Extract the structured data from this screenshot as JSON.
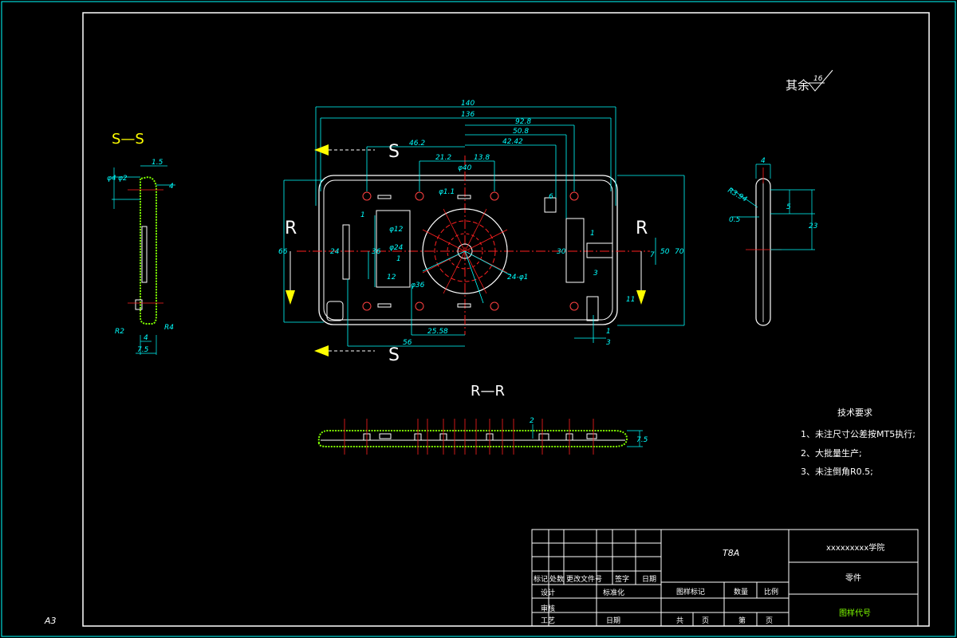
{
  "labels": {
    "section_ss": "S—S",
    "section_rr": "R—R",
    "cut_r": "R",
    "cut_s": "S",
    "roughness_prefix": "其余",
    "roughness_value": "16",
    "sheet_size": "A3"
  },
  "dims": {
    "d140": "140",
    "d136": "136",
    "d92_8": "92.8",
    "d50_8": "50.8",
    "d42_42": "42.42",
    "d46_2": "46.2",
    "d21_2": "21.2",
    "d13_8": "13.8",
    "d6": "6",
    "d66": "66",
    "d36": "36",
    "d24": "24",
    "d12": "12",
    "d1": "1",
    "d70": "70",
    "d50": "50",
    "d30": "30",
    "d56": "56",
    "d25_58": "25.58",
    "d3": "3",
    "d11": "11",
    "d7": "7",
    "dphi12": "φ12",
    "dphi24": "φ24",
    "dphi36": "φ36",
    "dphi40": "φ40",
    "dphi1_1": "φ1.1",
    "d24phi1": "24-φ1",
    "s_phi4": "φ4",
    "s_phi2": "φ2",
    "s_1_5": "1.5",
    "s_4": "4",
    "s_R2": "R2",
    "s_R4": "R4",
    "s_7_5": "7.5",
    "r_4": "4",
    "r_R3_94": "R3.94",
    "r_0_5": "0.5",
    "r_5": "5",
    "r_23": "23",
    "rr_2": "2",
    "rr_7_5": "7.5"
  },
  "tech": {
    "title": "技术要求",
    "items": [
      "1、未注尺寸公差按MT5执行;",
      "2、大批量生产;",
      "3、未注倒角R0.5;"
    ]
  },
  "title_block": {
    "material": "T8A",
    "org": "xxxxxxxxx学院",
    "part_name": "零件",
    "drawing_no": "图样代号",
    "header": [
      "标记",
      "处数",
      "更改文件号",
      "签字",
      "日期"
    ],
    "row_design": "设计",
    "row_std": "标准化",
    "row_check": "审核",
    "row_process": "工艺",
    "row_date": "日期",
    "stage_mark": "图样标记",
    "qty": "数量",
    "scale": "比例",
    "total": "共",
    "page": "页",
    "sheet": "第",
    "page2": "页"
  },
  "colors": {
    "frame": "#ffffff",
    "outline": "#ffffff",
    "dimension": "#00ffff",
    "center": "#ff2020",
    "hatch": "#7fff00",
    "arrow": "#ffff00"
  }
}
